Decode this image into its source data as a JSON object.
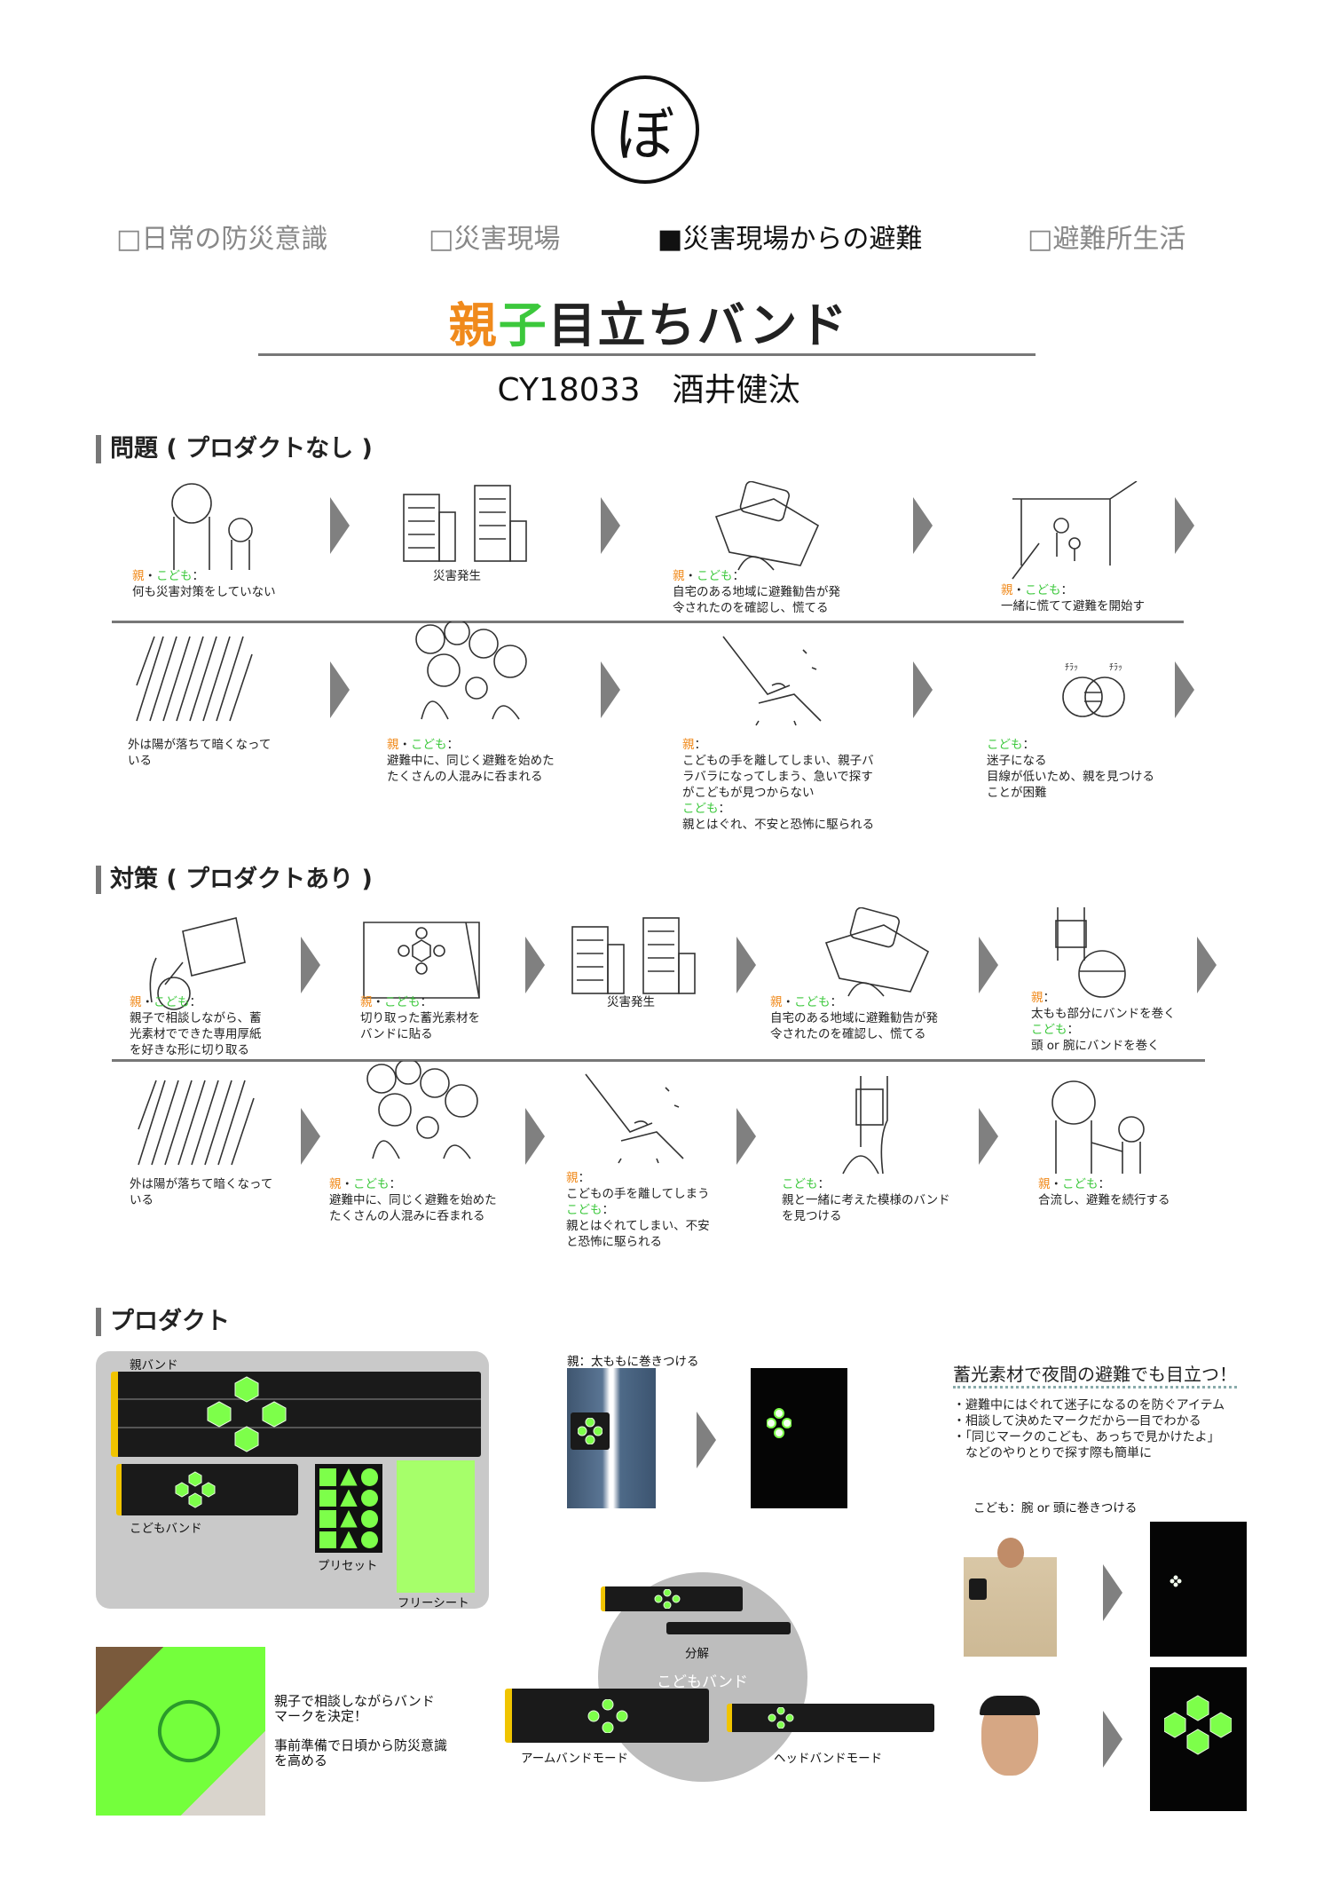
{
  "logo_char": "ぼ",
  "categories": [
    {
      "label": "□日常の防災意識",
      "active": false
    },
    {
      "label": "□災害現場",
      "active": false
    },
    {
      "label": "■災害現場からの避難",
      "active": true
    },
    {
      "label": "□避難所生活",
      "active": false
    }
  ],
  "title": {
    "part_oya": "親",
    "part_ko": "子",
    "rest": "目立ちバンド"
  },
  "author": "CY18033　酒井健汰",
  "labels": {
    "oya": "親",
    "kodomo": "こども",
    "dot": "・",
    "colon": "："
  },
  "colors": {
    "oya": "#f08a1c",
    "kodomo": "#3cc83c",
    "glow": "#7dff4a",
    "arrow": "#808080"
  },
  "sections": {
    "problem": "問題 ( プロダクトなし )",
    "solution": "対策 ( プロダクトあり )",
    "product": "プロダクト"
  },
  "problem_panels": [
    {
      "sketch": "people",
      "caption": [
        {
          "who": "both"
        },
        {
          "text": "何も災害対策をしていない"
        }
      ]
    },
    {
      "sketch": "buildings",
      "caption": [
        {
          "text": "災害発生"
        }
      ]
    },
    {
      "sketch": "phone",
      "caption": [
        {
          "who": "both"
        },
        {
          "text": "自宅のある地域に避難勧告が発"
        },
        {
          "text": "令されたのを確認し、慌てる"
        }
      ]
    },
    {
      "sketch": "door",
      "caption": [
        {
          "who": "both"
        },
        {
          "text": "一緒に慌てて避難を開始す"
        }
      ]
    },
    {
      "sketch": "rain",
      "caption": [
        {
          "text": "外は陽が落ちて暗くなって"
        },
        {
          "text": "いる"
        }
      ]
    },
    {
      "sketch": "crowd",
      "caption": [
        {
          "who": "both"
        },
        {
          "text": "避難中に、同じく避難を始めた"
        },
        {
          "text": "たくさんの人混みに呑まれる"
        }
      ]
    },
    {
      "sketch": "hands",
      "caption": [
        {
          "who": "oya"
        },
        {
          "text": "こどもの手を離してしまい、親子バ"
        },
        {
          "text": "ラバラになってしまう、急いで探す"
        },
        {
          "text": "がこどもが見つからない"
        },
        {
          "who": "kodomo"
        },
        {
          "text": "親とはぐれ、不安と恐怖に駆られる"
        }
      ]
    },
    {
      "sketch": "crying",
      "caption": [
        {
          "who": "kodomo"
        },
        {
          "text": "迷子になる"
        },
        {
          "text": "目線が低いため、親を見つける"
        },
        {
          "text": "ことが困難"
        }
      ]
    }
  ],
  "solution_panels": [
    {
      "sketch": "cut",
      "caption": [
        {
          "who": "both"
        },
        {
          "text": "親子で相談しながら、蓄"
        },
        {
          "text": "光素材でできた専用厚紙"
        },
        {
          "text": "を好きな形に切り取る"
        }
      ]
    },
    {
      "sketch": "sheet",
      "caption": [
        {
          "who": "both"
        },
        {
          "text": "切り取った蓄光素材を"
        },
        {
          "text": "バンドに貼る"
        }
      ]
    },
    {
      "sketch": "buildings",
      "caption": [
        {
          "text": "災害発生"
        }
      ]
    },
    {
      "sketch": "phone",
      "caption": [
        {
          "who": "both"
        },
        {
          "text": "自宅のある地域に避難勧告が発"
        },
        {
          "text": "令されたのを確認し、慌てる"
        }
      ]
    },
    {
      "sketch": "bandwear",
      "caption": [
        {
          "who": "oya"
        },
        {
          "text": "太もも部分にバンドを巻く"
        },
        {
          "who": "kodomo"
        },
        {
          "text": "頭 or 腕にバンドを巻く"
        }
      ]
    },
    {
      "sketch": "rain",
      "caption": [
        {
          "text": "外は陽が落ちて暗くなって"
        },
        {
          "text": "いる"
        }
      ]
    },
    {
      "sketch": "crowd",
      "caption": [
        {
          "who": "both"
        },
        {
          "text": "避難中に、同じく避難を始めた"
        },
        {
          "text": "たくさんの人混みに呑まれる"
        }
      ]
    },
    {
      "sketch": "hands",
      "caption": [
        {
          "who": "oya"
        },
        {
          "text": "こどもの手を離してしまう"
        },
        {
          "who": "kodomo"
        },
        {
          "text": "親とはぐれてしまい、不安"
        },
        {
          "text": "と恐怖に駆られる"
        }
      ]
    },
    {
      "sketch": "legband",
      "caption": [
        {
          "who": "kodomo"
        },
        {
          "text": "親と一緒に考えた模様のバンド"
        },
        {
          "text": "を見つける"
        }
      ]
    },
    {
      "sketch": "reunite",
      "caption": [
        {
          "who": "both"
        },
        {
          "text": "合流し、避難を続行する"
        }
      ]
    }
  ],
  "product": {
    "parent_band_label": "親バンド",
    "child_band_label": "こどもバンド",
    "preset_label": "プリセット",
    "free_sheet_label": "フリーシート",
    "thigh_caption": "親：太ももに巻きつける",
    "headline": "蓄光素材で夜間の避難でも目立つ！",
    "bullets": [
      "・避難中にはぐれて迷子になるのを防ぐアイテム",
      "・相談して決めたマークだから一目でわかる",
      "・「同じマークのこども、あっちで見かけたよ」",
      "　などのやりとりで探す際も簡単に"
    ],
    "child_caption": "こども：腕 or 頭に巻きつける",
    "decompose_label": "分解",
    "child_band_center": "こどもバンド",
    "arm_mode_label": "アームバンドモード",
    "head_mode_label": "ヘッドバンドモード",
    "cutting_text": [
      "親子で相談しながらバンド",
      "マークを決定！"
    ],
    "prep_text": [
      "事前準備で日頃から防災意識",
      "を高める"
    ]
  }
}
